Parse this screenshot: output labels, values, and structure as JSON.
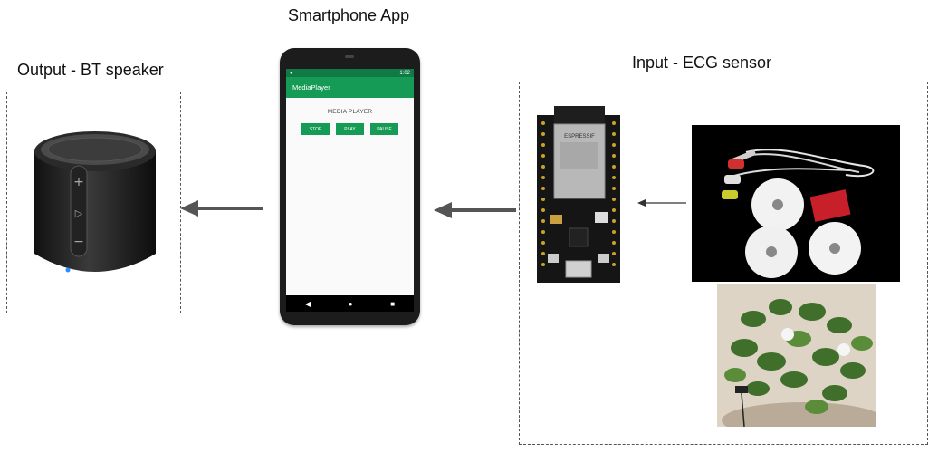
{
  "labels": {
    "output": "Output - BT speaker",
    "app": "Smartphone App",
    "input": "Input - ECG sensor"
  },
  "phone": {
    "status_time": "1:02",
    "app_title": "MediaPlayer",
    "screen_title": "MEDIA PLAYER",
    "buttons": {
      "stop": "STOP",
      "play": "PLAY",
      "pause": "PAUSE"
    },
    "nav": {
      "back": "◀",
      "home": "●",
      "recent": "■"
    }
  },
  "board": {
    "chip_text": "ESPRESSIF"
  },
  "colors": {
    "arrow": "#555555",
    "app_green": "#169b56",
    "status_green": "#0f7a43"
  }
}
